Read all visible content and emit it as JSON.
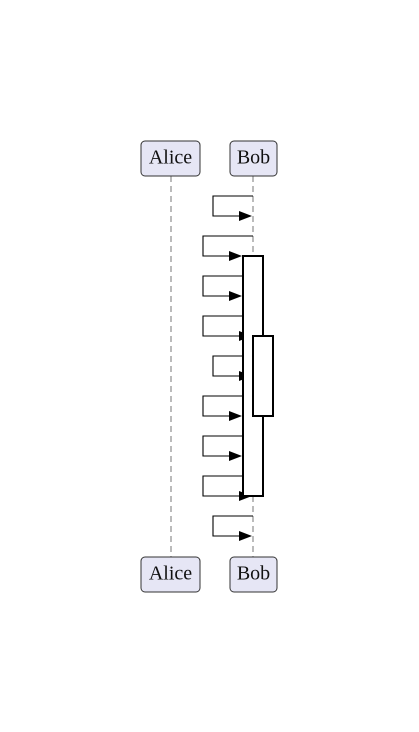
{
  "diagram": {
    "type": "sequence",
    "colors": {
      "participant_fill": "#e6e6f5",
      "participant_stroke": "#333333",
      "lifeline": "#777777",
      "message": "#000000"
    },
    "participants": [
      {
        "name": "Alice"
      },
      {
        "name": "Bob"
      }
    ],
    "messages": [
      {
        "from": "Bob",
        "to": "Bob"
      },
      {
        "from": "Bob",
        "to": "Bob",
        "activate": true
      },
      {
        "from": "Bob",
        "to": "Bob"
      },
      {
        "from": "Bob",
        "to": "Bob",
        "activate": true
      },
      {
        "from": "Bob",
        "to": "Bob"
      },
      {
        "from": "Bob",
        "to": "Bob",
        "deactivate": true
      },
      {
        "from": "Bob",
        "to": "Bob"
      },
      {
        "from": "Bob",
        "to": "Bob",
        "deactivate": true
      },
      {
        "from": "Bob",
        "to": "Bob"
      }
    ]
  }
}
